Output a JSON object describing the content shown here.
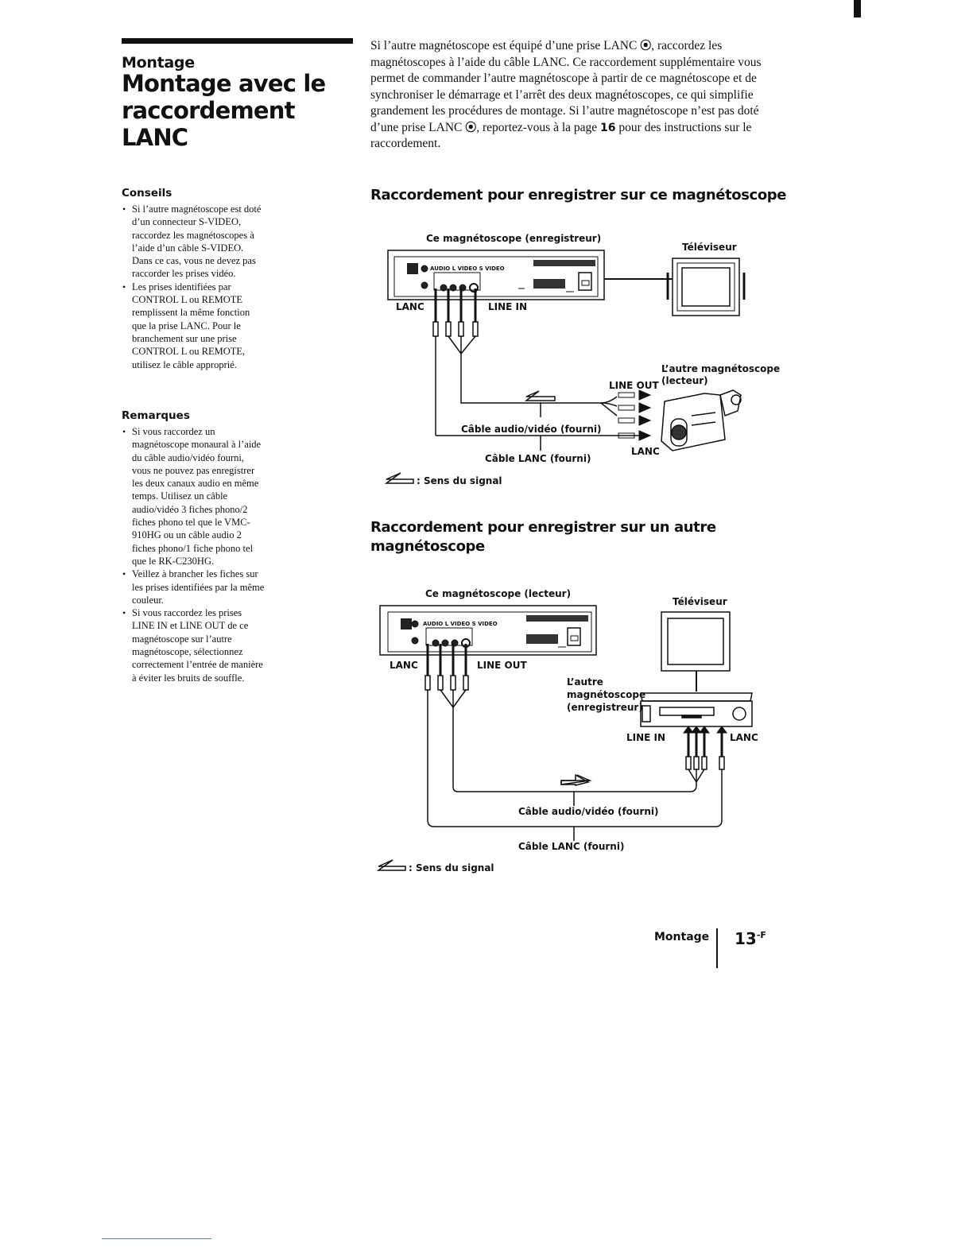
{
  "header": {
    "section": "Montage",
    "title": "Montage avec le raccordement LANC"
  },
  "intro": {
    "p1": "Si l’autre magnétoscope est équipé d’une prise LANC ",
    "p2": ", raccordez les magnétoscopes à l’aide du câble LANC. Ce raccordement supplémentaire vous permet de commander l’autre magnétoscope à partir de ce magnétoscope et de synchroniser le démarrage et l’arrêt des deux magnétoscopes, ce qui simplifie grandement les procédures de montage. Si l’autre magnétoscope n’est pas doté d’une prise LANC ",
    "p3": ", reportez-vous à la page ",
    "page_ref": "16",
    "p4": " pour des instructions sur le raccordement.",
    "lanc_symbol": "⦿"
  },
  "sidebar": {
    "tips_heading": "Conseils",
    "tips": [
      "Si l’autre magnétoscope est doté d’un connecteur S-VIDEO, raccordez les magnétoscopes à l’aide d’un câble S-VIDEO. Dans ce cas, vous ne devez pas raccorder les prises vidéo.",
      "Les prises identifiées par CONTROL L ou REMOTE remplissent la même fonction que la prise LANC. Pour le branchement sur une prise CONTROL L ou REMOTE, utilisez le câble approprié."
    ],
    "remarks_heading": "Remarques",
    "remarks": [
      "Si vous raccordez un magnétoscope monaural à l’aide du câble audio/vidéo fourni, vous ne pouvez pas enregistrer les deux canaux audio en même temps. Utilisez un câble audio/vidéo 3 fiches phono/2 fiches phono tel que le VMC-910HG ou un câble audio 2 fiches phono/1 fiche phono tel que le RK-C230HG.",
      "Veillez à brancher les fiches sur les prises identifiées par la même couleur.",
      "Si vous raccordez les prises LINE IN et LINE OUT de ce magnétoscope sur l’autre magnétoscope, sélectionnez correctement l’entrée de manière à éviter les bruits de souffle."
    ]
  },
  "diagram1": {
    "heading": "Raccordement pour enregistrer sur ce magnétoscope",
    "vcr_label": "Ce magnétoscope (enregistreur)",
    "tv_label": "Téléviseur",
    "jack_label": "AUDIO L VIDEO S VIDEO",
    "lanc_label": "LANC",
    "line_label": "LINE IN",
    "other_label_1": "L’autre magnétoscope",
    "other_label_2": "(lecteur)",
    "other_line_label": "LINE OUT",
    "other_lanc_label": "LANC",
    "av_cable": "Câble audio/vidéo (fourni)",
    "lanc_cable": "Câble LANC (fourni)",
    "signal_legend": ": Sens du signal"
  },
  "diagram2": {
    "heading": "Raccordement pour enregistrer sur un autre magnétoscope",
    "vcr_label": "Ce magnétoscope (lecteur)",
    "tv_label": "Téléviseur",
    "jack_label": "AUDIO L VIDEO S VIDEO",
    "lanc_label": "LANC",
    "line_label": "LINE OUT",
    "other_label_1": "L’autre",
    "other_label_2": "magnétoscope",
    "other_label_3": "(enregistreur)",
    "other_line_label": "LINE IN",
    "other_lanc_label": "LANC",
    "av_cable": "Câble audio/vidéo (fourni)",
    "lanc_cable": "Câble LANC (fourni)",
    "signal_legend": ": Sens du signal"
  },
  "footer": {
    "section": "Montage",
    "page": "13",
    "page_suffix": "-F"
  }
}
